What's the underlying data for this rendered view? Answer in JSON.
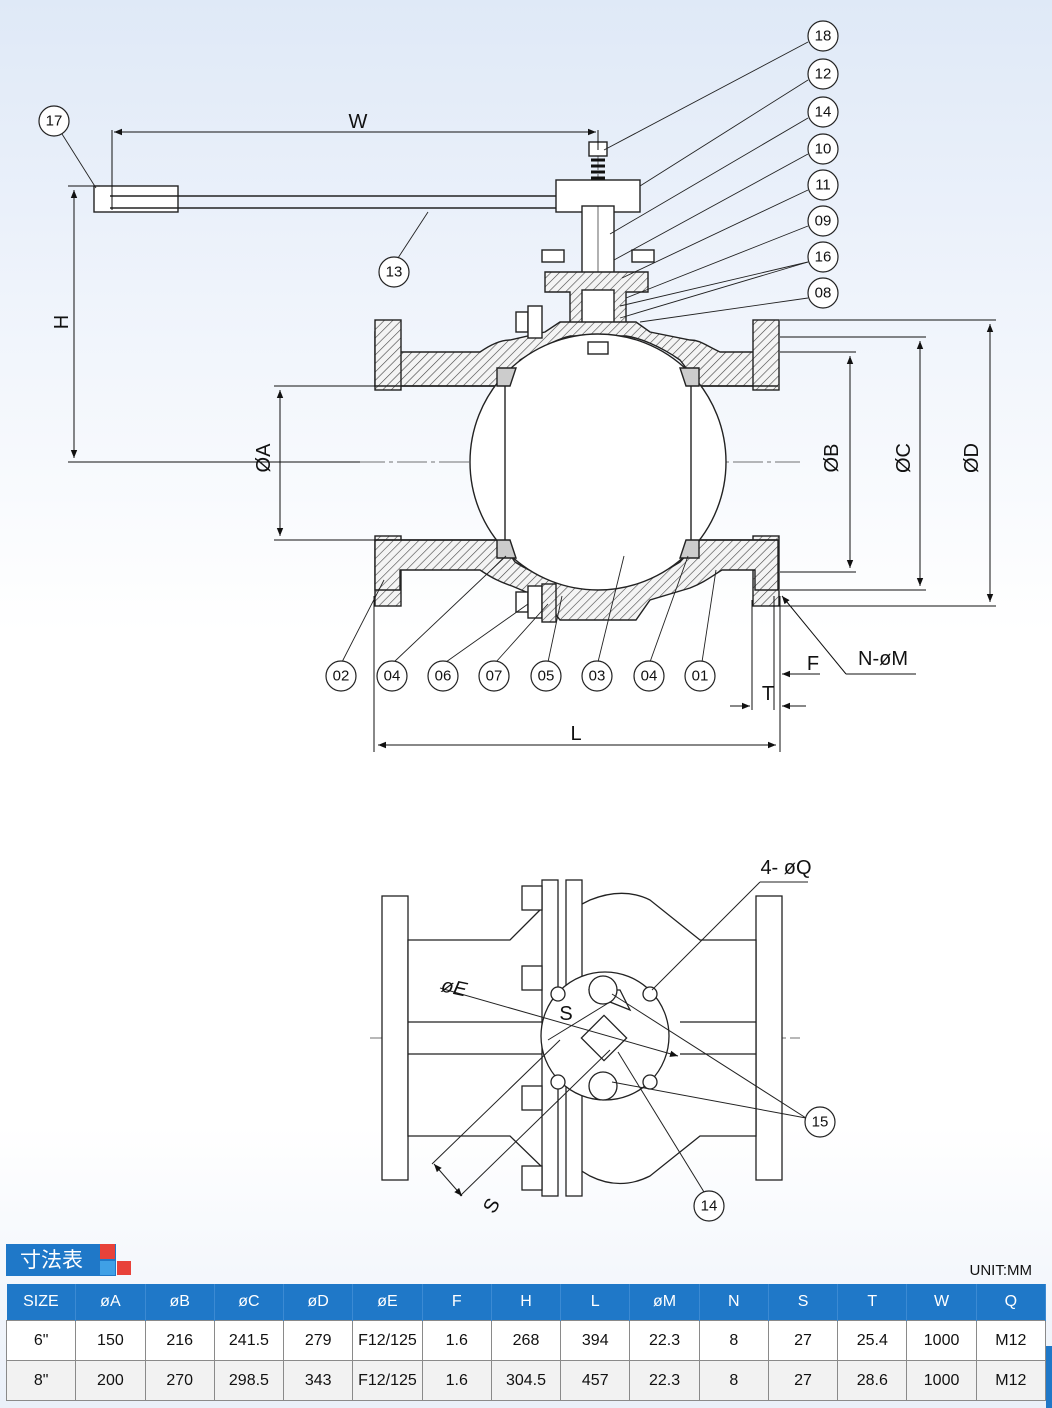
{
  "part_labels": {
    "p18": "18",
    "p12": "12",
    "p14": "14",
    "p10": "10",
    "p11": "11",
    "p09": "09",
    "p16": "16",
    "p08": "08",
    "p17": "17",
    "p13": "13",
    "p02": "02",
    "p04a": "04",
    "p06": "06",
    "p07": "07",
    "p05": "05",
    "p03": "03",
    "p04b": "04",
    "p01": "01",
    "p15": "15",
    "p14b": "14"
  },
  "dimension_labels": {
    "W": "W",
    "H": "H",
    "A": "ØA",
    "B": "ØB",
    "C": "ØC",
    "D": "ØD",
    "NM": "N-øM",
    "F": "F",
    "T": "T",
    "L": "L",
    "Q": "4- øQ",
    "E": "øE",
    "S_top": "S",
    "S_bottom": "S"
  },
  "table": {
    "title": "寸法表",
    "unit": "UNIT:MM",
    "headers": [
      "SIZE",
      "øA",
      "øB",
      "øC",
      "øD",
      "øE",
      "F",
      "H",
      "L",
      "øM",
      "N",
      "S",
      "T",
      "W",
      "Q"
    ],
    "rows": [
      [
        "6\"",
        "150",
        "216",
        "241.5",
        "279",
        "F12/125",
        "1.6",
        "268",
        "394",
        "22.3",
        "8",
        "27",
        "25.4",
        "1000",
        "M12"
      ],
      [
        "8\"",
        "200",
        "270",
        "298.5",
        "343",
        "F12/125",
        "1.6",
        "304.5",
        "457",
        "22.3",
        "8",
        "27",
        "28.6",
        "1000",
        "M12"
      ]
    ]
  },
  "colors": {
    "header_blue": "#1f78c8",
    "accent_red": "#e8423a"
  }
}
